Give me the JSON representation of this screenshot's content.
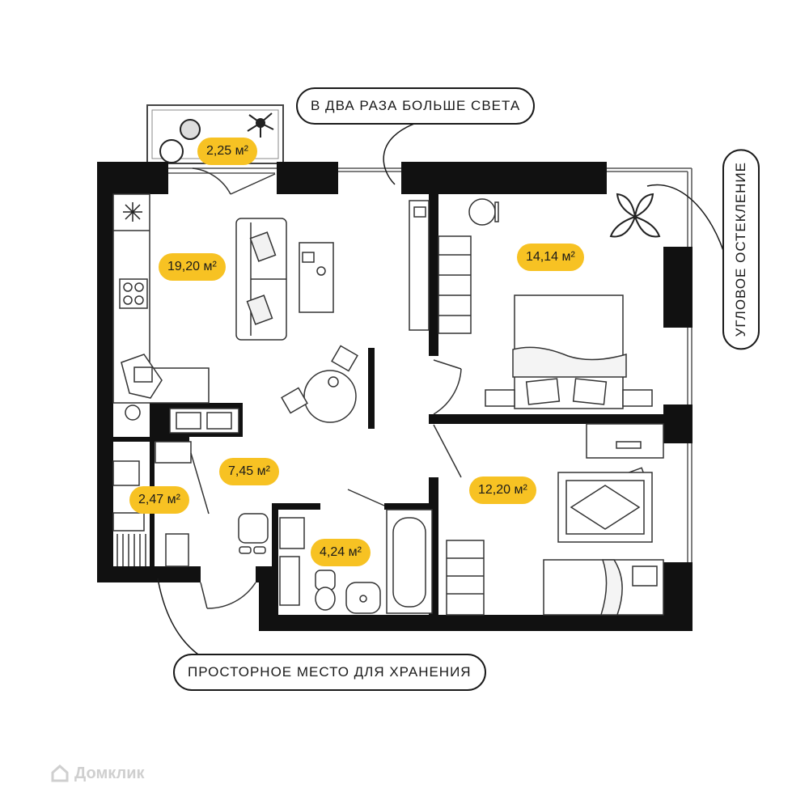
{
  "rooms": {
    "balcony": "2,25 м²",
    "living_kitchen": "19,20 м²",
    "bedroom": "14,14 м²",
    "hall": "7,45 м²",
    "storage": "2,47 м²",
    "bathroom": "4,24 м²",
    "second_room": "12,20 м²"
  },
  "callouts": {
    "light": "В ДВА РАЗА БОЛЬШЕ СВЕТА",
    "corner_glazing": "УГЛОВОЕ ОСТЕКЛЕНИЕ",
    "storage_space": "ПРОСТОРНОЕ МЕСТО ДЛЯ ХРАНЕНИЯ"
  },
  "watermark": {
    "text": "Домклик"
  },
  "colors": {
    "wall": "#111111",
    "area_badge": "#f7c223",
    "line": "#1a1a1a"
  }
}
